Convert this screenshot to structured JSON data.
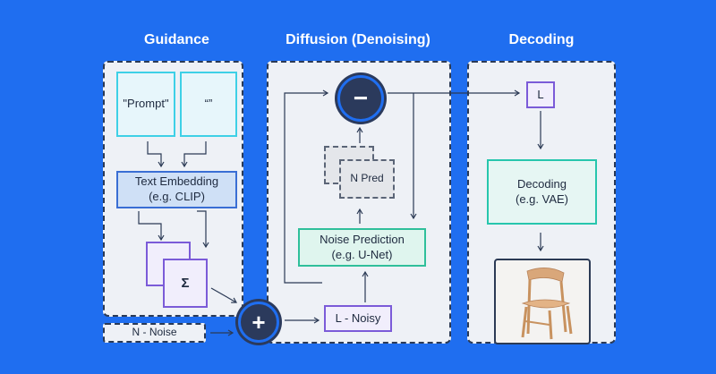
{
  "titles": {
    "guidance": "Guidance",
    "diffusion": "Diffusion (Denoising)",
    "decoding": "Decoding"
  },
  "guidance": {
    "prompt": "\"Prompt\"",
    "empty": "“”",
    "text_embedding": "Text Embedding\n(e.g. CLIP)",
    "sigma": "Σ"
  },
  "noise_input": "N - Noise",
  "diffusion": {
    "minus": "−",
    "plus": "+",
    "n_pred": "N Pred",
    "noise_prediction": "Noise Prediction\n(e.g. U-Net)",
    "l_noisy": "L - Noisy"
  },
  "decoding": {
    "l": "L",
    "decoder": "Decoding\n(e.g. VAE)",
    "output_image_icon": "chair-image"
  },
  "colors": {
    "background": "#1f6ef0",
    "panel": "#eef1f6",
    "dark": "#2b3a5c"
  }
}
